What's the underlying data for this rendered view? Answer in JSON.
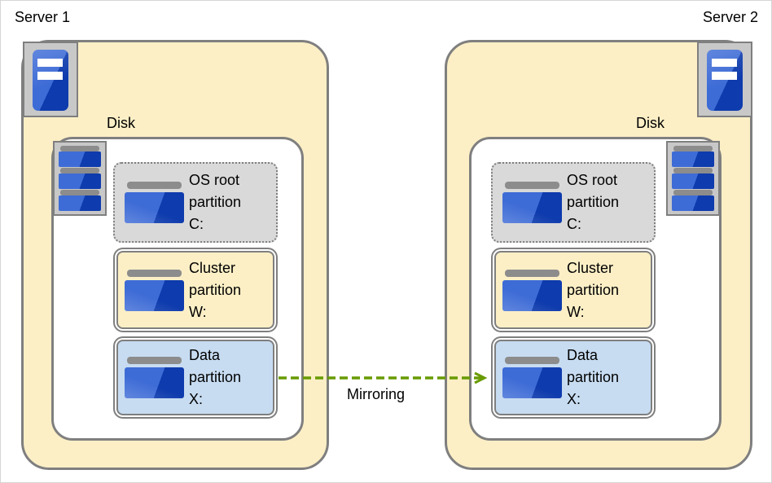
{
  "servers": [
    {
      "name": "Server 1",
      "disk_label": "Disk",
      "partitions": [
        {
          "kind": "os-root",
          "label": "OS root\npartition\nC:"
        },
        {
          "kind": "cluster",
          "label": "Cluster\npartition\nW:"
        },
        {
          "kind": "data",
          "label": "Data\npartition\nX:"
        }
      ]
    },
    {
      "name": "Server 2",
      "disk_label": "Disk",
      "partitions": [
        {
          "kind": "os-root",
          "label": "OS root\npartition\nC:"
        },
        {
          "kind": "cluster",
          "label": "Cluster\npartition\nW:"
        },
        {
          "kind": "data",
          "label": "Data\npartition\nX:"
        }
      ]
    }
  ],
  "mirroring": {
    "label": "Mirroring"
  },
  "colors": {
    "server_fill": "#FCEFC6",
    "border_gray": "#7F7F7F",
    "os_partition_fill": "#D9D9D9",
    "cluster_partition_fill": "#FCEFC6",
    "data_partition_fill": "#C7DCF1",
    "icon_blue_light": "#3E6CD6",
    "icon_blue_dark": "#0E3BAD",
    "arrow_green": "#689B00"
  }
}
